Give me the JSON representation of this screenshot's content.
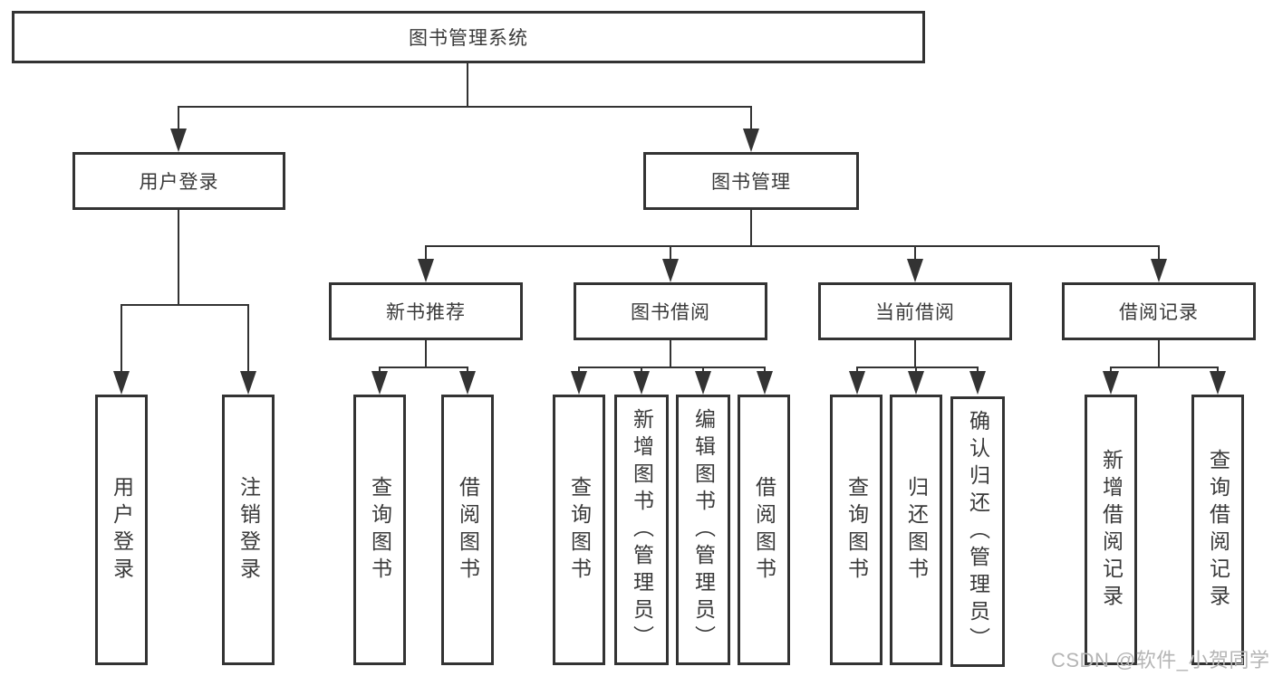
{
  "diagram": {
    "title": "图书管理系统",
    "root": {
      "label": "图书管理系统"
    },
    "level2": [
      {
        "id": "user-login",
        "label": "用户登录"
      },
      {
        "id": "book-management",
        "label": "图书管理"
      }
    ],
    "level3": [
      {
        "id": "new-book-recommend",
        "label": "新书推荐"
      },
      {
        "id": "book-borrow",
        "label": "图书借阅"
      },
      {
        "id": "current-borrow",
        "label": "当前借阅"
      },
      {
        "id": "borrow-record",
        "label": "借阅记录"
      }
    ],
    "leaves": {
      "user_login": [
        "用户登录",
        "注销登录"
      ],
      "new_book": [
        "查询图书",
        "借阅图书"
      ],
      "book_borrow": [
        "查询图书",
        "新增图书（管理员）",
        "编辑图书（管理员）",
        "借阅图书"
      ],
      "current_borrow": [
        "查询图书",
        "归还图书",
        "确认归还（管理员）"
      ],
      "borrow_record": [
        "新增借阅记录",
        "查询借阅记录"
      ]
    }
  },
  "watermark": {
    "text": "CSDN @软件_小贺同学",
    "color": "#b5b5b5"
  },
  "colors": {
    "border": "#333333",
    "line": "#333333",
    "text": "#3a3a3a",
    "background": "#ffffff"
  }
}
